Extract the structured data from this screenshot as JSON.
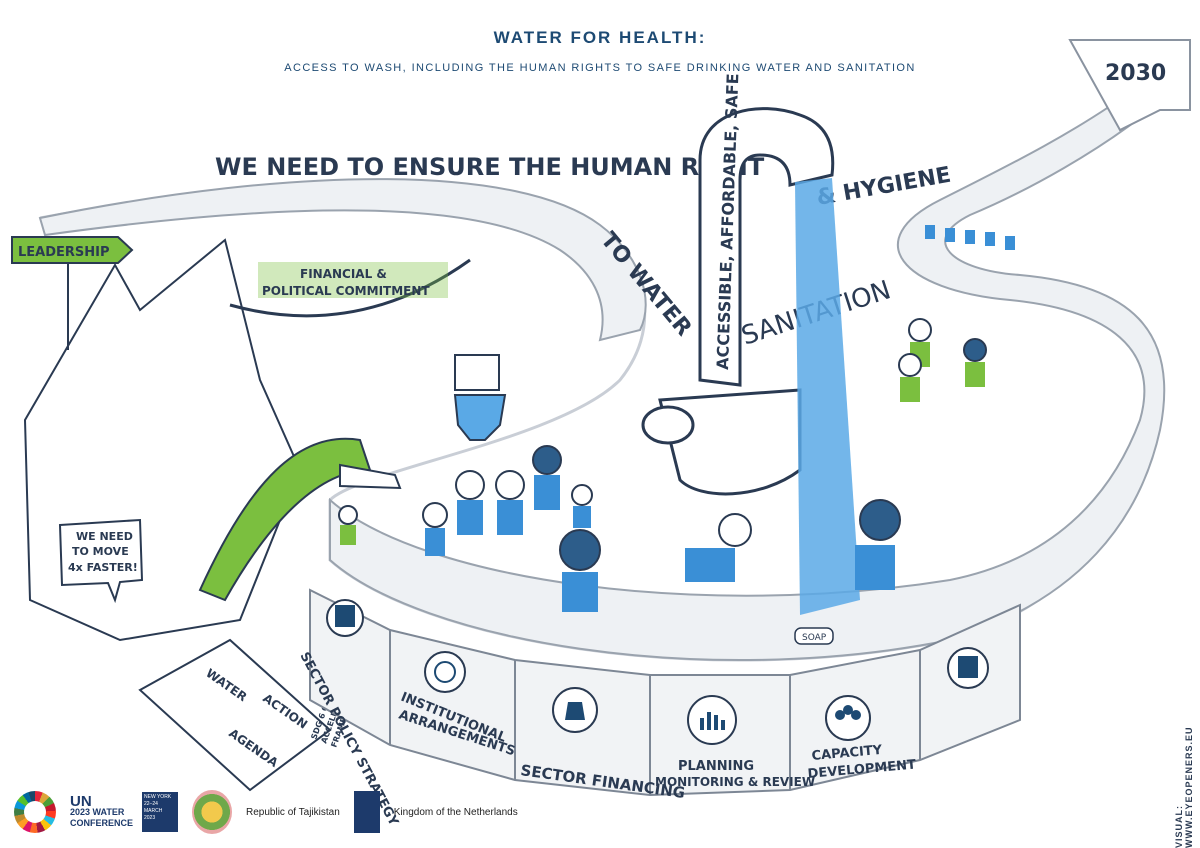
{
  "header": {
    "title": "WATER FOR HEALTH:",
    "subtitle": "ACCESS TO WASH, INCLUDING THE HUMAN RIGHTS TO SAFE DRINKING WATER AND SANITATION"
  },
  "banner": {
    "year": "2030",
    "part1": "WE NEED TO ENSURE THE HUMAN RIGHT",
    "part2": "TO WATER",
    "hygiene": "& HYGIENE",
    "sanitation": "SANITATION"
  },
  "faucet": {
    "text": "ACCESSIBLE, AFFORDABLE, SAFE"
  },
  "signs": {
    "leadership": "LEADERSHIP",
    "bridge_line1": "FINANCIAL &",
    "bridge_line2": "POLITICAL COMMITMENT",
    "speech_line1": "WE NEED",
    "speech_line2": "TO MOVE",
    "speech_line3": "4x FASTER!",
    "soap": "SOAP"
  },
  "book": {
    "word1": "WATER",
    "word2": "ACTION",
    "word3": "AGENDA",
    "note_line1": "SDG 6 GLOBAL",
    "note_line2": "ACCELERATION",
    "note_line3": "FRAMEWORK"
  },
  "pillars": [
    {
      "label_line1": "SECTOR POLICY STRATEGY",
      "label_line2": "",
      "icon": "stamp-icon"
    },
    {
      "label_line1": "INSTITUTIONAL",
      "label_line2": "ARRANGEMENTS",
      "icon": "flower-network-icon"
    },
    {
      "label_line1": "SECTOR FINANCING",
      "label_line2": "",
      "icon": "money-bag-icon"
    },
    {
      "label_line1": "PLANNING",
      "label_line2": "MONITORING & REVIEW",
      "icon": "bar-chart-icon"
    },
    {
      "label_line1": "CAPACITY",
      "label_line2": "DEVELOPMENT",
      "icon": "people-group-icon"
    },
    {
      "label_line1": "",
      "label_line2": "",
      "icon": "stamp-icon"
    }
  ],
  "footer": {
    "credit": "VISUAL: WWW.EYEOPENERS.EU",
    "un_line1": "UN",
    "un_line2": "2023 WATER",
    "un_line3": "CONFERENCE",
    "ny_line1": "NEW YORK",
    "ny_line2": "22–24",
    "ny_line3": "MARCH",
    "ny_line4": "2023",
    "tajikistan": "Republic of Tajikistan",
    "netherlands": "Kingdom of the Netherlands"
  },
  "colors": {
    "blue": "#3a8fd6",
    "green": "#7bbf3f",
    "navy": "#1d4a73",
    "water": "#5aa9e6",
    "road": "#e8ebef"
  }
}
